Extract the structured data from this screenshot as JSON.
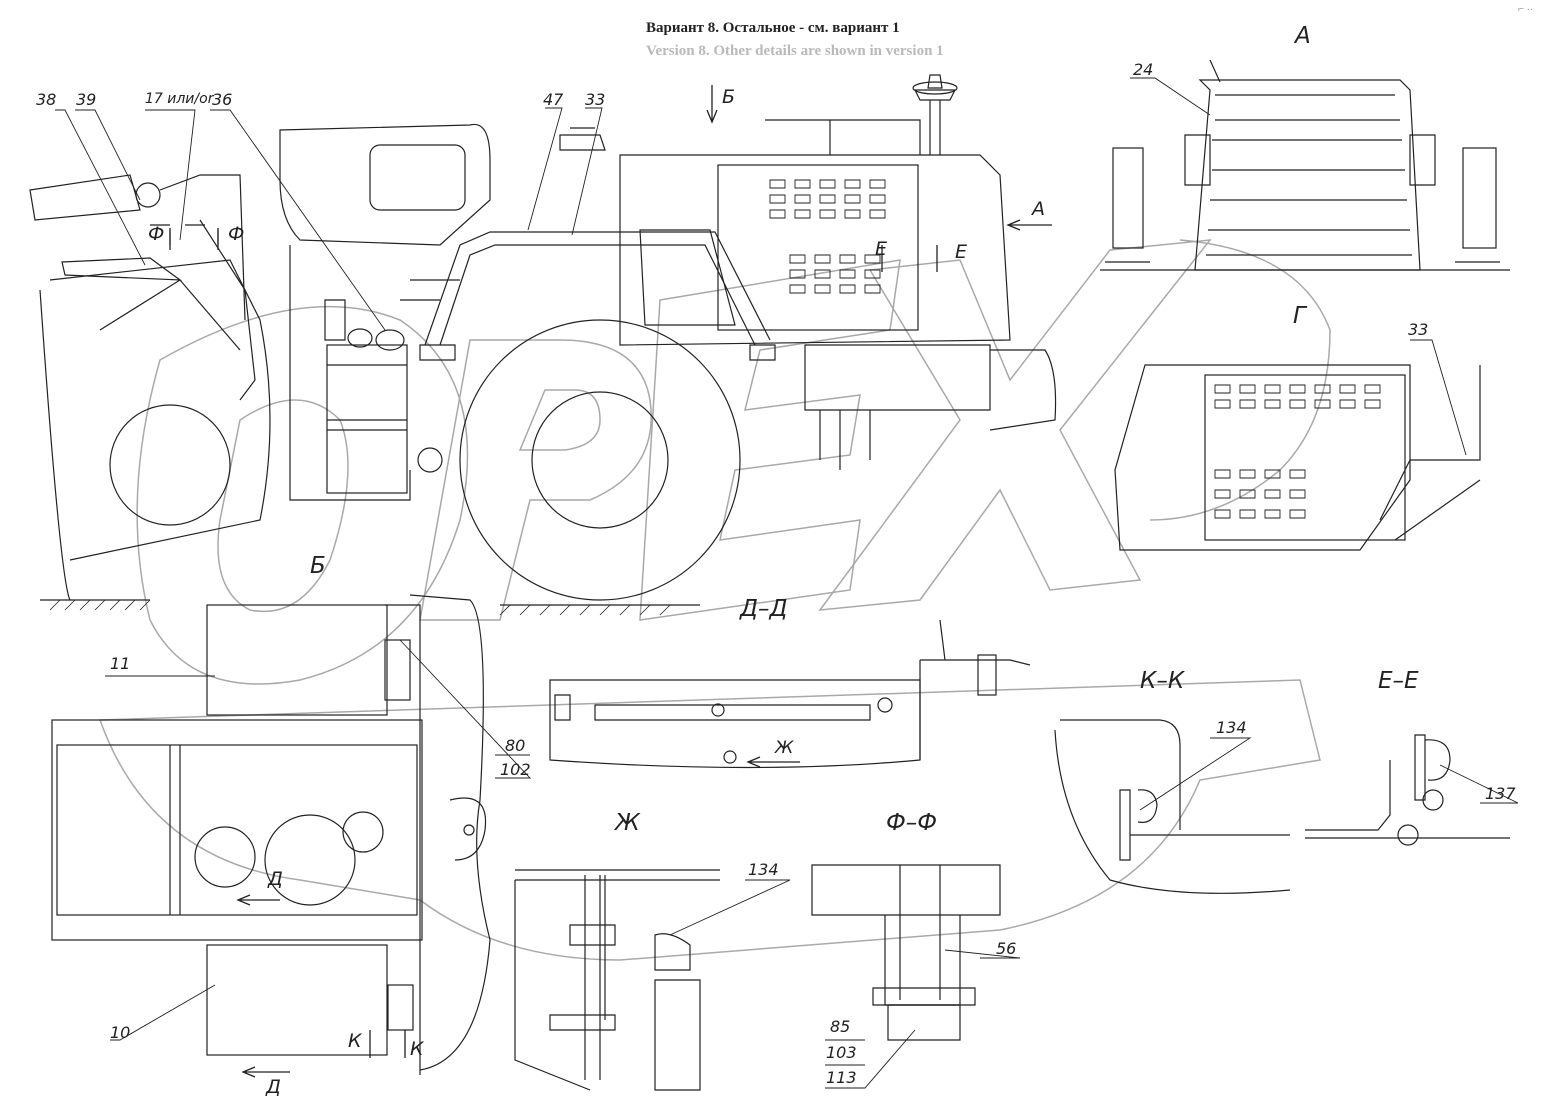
{
  "header": {
    "title_ru": "Вариант 8. Остальное - см. вариант 1",
    "title_en": "Version 8. Other details are shown in version 1",
    "corner_mark": "⌐ ··"
  },
  "watermark": {
    "text": "OPEX"
  },
  "colors": {
    "line": "#222222",
    "watermark": "#9a9a9a",
    "title_en": "#b9b9b9"
  },
  "views": {
    "a": "А",
    "b": "Б",
    "g": "Г",
    "dd": "Д–Д",
    "kk": "К–К",
    "ee": "Е–Е",
    "zh": "Ж",
    "ff": "Ф–Ф"
  },
  "callouts": {
    "c38": "38",
    "c39": "39",
    "c17": "17 или/or",
    "c36": "36",
    "c47": "47",
    "c33": "33",
    "c24": "24",
    "c33b": "33",
    "c11": "11",
    "c10": "10",
    "c80": "80",
    "c102": "102",
    "c134a": "134",
    "c134b": "134",
    "c137": "137",
    "c56": "56",
    "c85": "85",
    "c103": "103",
    "c113": "113"
  },
  "markers": {
    "f_left": "Ф",
    "f_right": "Ф",
    "e_left": "Е",
    "e_right": "Е",
    "a_arrow": "А",
    "b_arrow": "Б",
    "zh_arrow": "Ж",
    "d_top": "Д",
    "d_bottom": "Д",
    "k_left": "К",
    "k_right": "К"
  }
}
